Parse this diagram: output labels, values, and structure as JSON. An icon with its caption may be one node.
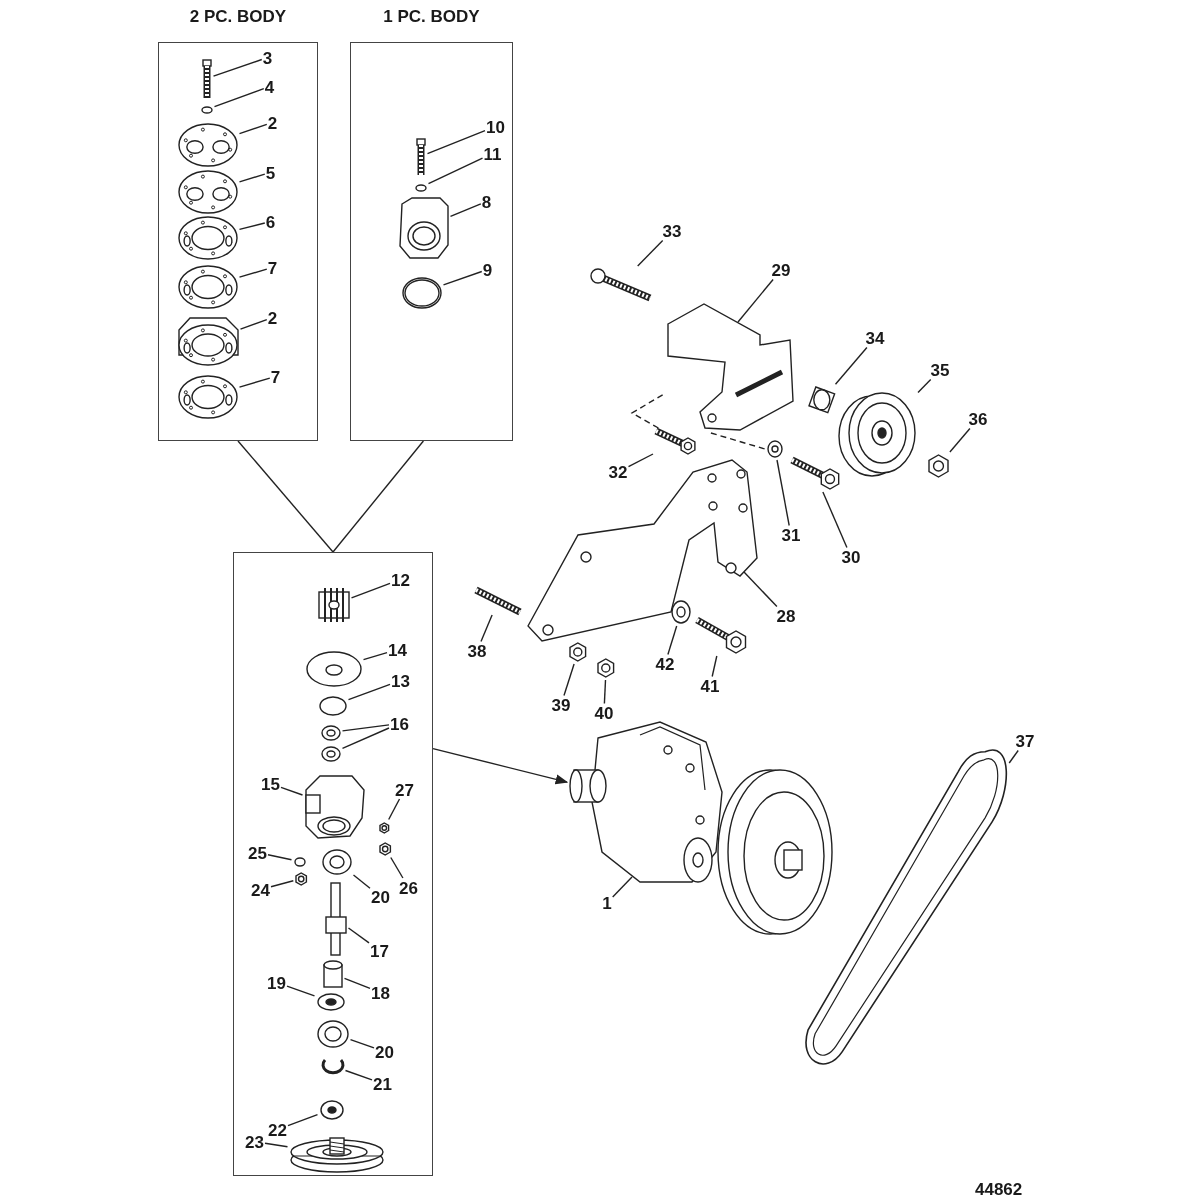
{
  "diagram": {
    "nodes": [
      {
        "text": [
          "2 PC. BODY"
        ]
      },
      {
        "text": [
          "1 PC. BODY"
        ]
      },
      {
        "text": [],
        "shape": "box"
      },
      {
        "text": [],
        "shape": "picture"
      },
      {
        "text": [
          "3"
        ],
        "in": 0
      },
      {
        "text": [
          "4"
        ],
        "in": 0
      },
      {
        "text": [
          "2"
        ],
        "in": 0
      },
      {
        "text": [
          "5"
        ],
        "in": 0
      },
      {
        "text": [
          "6"
        ],
        "in": 0
      },
      {
        "text": [
          "7"
        ],
        "in": 0
      },
      {
        "text": [
          "2"
        ],
        "in": 0
      },
      {
        "text": [
          "7"
        ],
        "in": 0
      },
      {
        "text": [
          "10"
        ],
        "in": 1
      },
      {
        "text": [
          "11"
        ],
        "in": 1
      },
      {
        "text": [
          "8"
        ],
        "in": 1
      },
      {
        "text": [
          "9"
        ],
        "in": 1
      },
      {
        "text": [
          "12"
        ],
        "in": 2
      },
      {
        "text": [
          "14"
        ],
        "in": 2
      },
      {
        "text": [
          "13"
        ],
        "in": 2
      },
      {
        "text": [
          "16"
        ],
        "in": 2
      },
      {
        "text": [
          "15"
        ],
        "in": 2
      },
      {
        "text": [
          "27"
        ],
        "in": 2
      },
      {
        "text": [
          "25"
        ],
        "in": 2
      },
      {
        "text": [
          "26"
        ],
        "in": 2
      },
      {
        "text": [
          "20"
        ],
        "in": 2
      },
      {
        "text": [
          "24"
        ],
        "in": 2
      },
      {
        "text": [
          "17"
        ],
        "in": 2
      },
      {
        "text": [
          "18"
        ],
        "in": 2
      },
      {
        "text": [
          "19"
        ],
        "in": 2
      },
      {
        "text": [
          "20"
        ],
        "in": 2
      },
      {
        "text": [
          "21"
        ],
        "in": 2
      },
      {
        "text": [
          "22"
        ],
        "in": 2
      },
      {
        "text": [
          "23"
        ],
        "in": 2
      },
      {
        "text": [
          "1"
        ]
      },
      {
        "text": [
          "33"
        ]
      },
      {
        "text": [
          "29"
        ]
      },
      {
        "text": [
          "34"
        ]
      },
      {
        "text": [
          "35"
        ]
      },
      {
        "text": [
          "36"
        ]
      },
      {
        "text": [
          "32"
        ]
      },
      {
        "text": [
          "31"
        ]
      },
      {
        "text": [
          "30"
        ]
      },
      {
        "text": [
          "28"
        ]
      },
      {
        "text": [
          "38"
        ]
      },
      {
        "text": [
          "42"
        ]
      },
      {
        "text": [
          "41"
        ]
      },
      {
        "text": [
          "39"
        ]
      },
      {
        "text": [
          "40"
        ]
      },
      {
        "text": [
          "37"
        ]
      },
      {
        "text": [],
        "shape": "picture",
        "in": 0
      },
      {
        "text": [],
        "shape": "circle",
        "in": 0
      },
      {
        "text": [],
        "shape": "picture",
        "in": 0
      },
      {
        "text": [],
        "shape": "picture",
        "in": 0
      },
      {
        "text": [],
        "shape": "picture",
        "in": 0
      },
      {
        "text": [],
        "shape": "picture",
        "in": 0
      },
      {
        "text": [],
        "shape": "picture",
        "in": 0
      },
      {
        "text": [],
        "shape": "picture",
        "in": 0
      },
      {
        "text": [],
        "shape": "picture",
        "in": 1
      },
      {
        "text": [],
        "shape": "circle",
        "in": 1
      },
      {
        "text": [],
        "shape": "picture",
        "in": 1
      },
      {
        "text": [],
        "shape": "picture",
        "in": 1
      },
      {
        "text": [],
        "shape": "picture",
        "in": 2
      },
      {
        "text": [],
        "shape": "picture",
        "in": 2
      },
      {
        "text": [],
        "shape": "circle",
        "in": 2
      },
      {
        "text": [],
        "shape": "picture",
        "in": 2
      },
      {
        "text": [],
        "shape": "picture",
        "in": 2
      },
      {
        "text": [],
        "shape": "picture",
        "in": 2
      },
      {
        "text": [],
        "shape": "picture",
        "in": 2
      },
      {
        "text": [],
        "shape": "circle",
        "in": 2
      },
      {
        "text": [],
        "shape": "picture",
        "in": 2
      },
      {
        "text": [],
        "shape": "picture",
        "in": 2
      },
      {
        "text": [],
        "shape": "picture",
        "in": 2
      },
      {
        "text": [],
        "shape": "picture",
        "in": 2
      },
      {
        "text": [],
        "shape": "cylinder",
        "in": 2
      },
      {
        "text": [],
        "shape": "picture",
        "in": 2
      },
      {
        "text": [],
        "shape": "picture",
        "in": 2
      },
      {
        "text": [],
        "shape": "picture",
        "in": 2
      },
      {
        "text": [],
        "shape": "picture",
        "in": 2
      },
      {
        "text": [],
        "shape": "picture",
        "in": 2
      },
      {
        "text": [],
        "shape": "picture"
      },
      {
        "text": [],
        "shape": "picture"
      },
      {
        "text": [],
        "shape": "picture"
      },
      {
        "text": [],
        "shape": "picture"
      },
      {
        "text": [],
        "shape": "picture"
      },
      {
        "text": [],
        "shape": "picture"
      },
      {
        "text": [],
        "shape": "picture"
      },
      {
        "text": [],
        "shape": "picture"
      },
      {
        "text": [],
        "shape": "picture"
      },
      {
        "text": [],
        "shape": "picture"
      },
      {
        "text": [],
        "shape": "picture"
      },
      {
        "text": [],
        "shape": "picture"
      },
      {
        "text": [],
        "shape": "picture"
      },
      {
        "text": [],
        "shape": "picture"
      },
      {
        "text": [],
        "shape": "picture"
      },
      {
        "text": [],
        "shape": "picture"
      }
    ],
    "edges": [
      {
        "from": 0,
        "to": 2,
        "arrow": "none"
      },
      {
        "from": 1,
        "to": 2,
        "arrow": "none"
      },
      {
        "from": 2,
        "to": 3,
        "arrow": "to"
      },
      {
        "from": 4,
        "to": 49,
        "arrow": "none"
      },
      {
        "from": 5,
        "to": 50,
        "arrow": "none"
      },
      {
        "from": 6,
        "to": 51,
        "arrow": "none"
      },
      {
        "from": 7,
        "to": 52,
        "arrow": "none"
      },
      {
        "from": 8,
        "to": 53,
        "arrow": "none"
      },
      {
        "from": 9,
        "to": 54,
        "arrow": "none"
      },
      {
        "from": 10,
        "to": 55,
        "arrow": "none"
      },
      {
        "from": 11,
        "to": 56,
        "arrow": "none"
      },
      {
        "from": 12,
        "to": 57,
        "arrow": "none"
      },
      {
        "from": 13,
        "to": 58,
        "arrow": "none"
      },
      {
        "from": 14,
        "to": 59,
        "arrow": "none"
      },
      {
        "from": 15,
        "to": 60,
        "arrow": "none"
      },
      {
        "from": 16,
        "to": 61,
        "arrow": "none"
      },
      {
        "from": 17,
        "to": 62,
        "arrow": "none"
      },
      {
        "from": 18,
        "to": 63,
        "arrow": "none"
      },
      {
        "from": 19,
        "to": 64,
        "arrow": "none"
      },
      {
        "from": 19,
        "to": 65,
        "arrow": "none"
      },
      {
        "from": 20,
        "to": 66,
        "arrow": "none"
      },
      {
        "from": 21,
        "to": 67,
        "arrow": "none"
      },
      {
        "from": 22,
        "to": 68,
        "arrow": "none"
      },
      {
        "from": 23,
        "to": 69,
        "arrow": "none"
      },
      {
        "from": 24,
        "to": 70,
        "arrow": "none"
      },
      {
        "from": 25,
        "to": 71,
        "arrow": "none"
      },
      {
        "from": 26,
        "to": 72,
        "arrow": "none"
      },
      {
        "from": 27,
        "to": 73,
        "arrow": "none"
      },
      {
        "from": 28,
        "to": 74,
        "arrow": "none"
      },
      {
        "from": 29,
        "to": 75,
        "arrow": "none"
      },
      {
        "from": 30,
        "to": 76,
        "arrow": "none"
      },
      {
        "from": 31,
        "to": 77,
        "arrow": "none"
      },
      {
        "from": 32,
        "to": 78,
        "arrow": "none"
      },
      {
        "from": 33,
        "to": 3,
        "arrow": "none"
      },
      {
        "from": 34,
        "to": 79,
        "arrow": "none"
      },
      {
        "from": 35,
        "to": 80,
        "arrow": "none"
      },
      {
        "from": 36,
        "to": 81,
        "arrow": "none"
      },
      {
        "from": 37,
        "to": 82,
        "arrow": "none"
      },
      {
        "from": 38,
        "to": 83,
        "arrow": "none"
      },
      {
        "from": 39,
        "to": 84,
        "arrow": "none"
      },
      {
        "from": 40,
        "to": 85,
        "arrow": "none"
      },
      {
        "from": 41,
        "to": 86,
        "arrow": "none"
      },
      {
        "from": 42,
        "to": 87,
        "arrow": "none"
      },
      {
        "from": 43,
        "to": 88,
        "arrow": "none"
      },
      {
        "from": 44,
        "to": 89,
        "arrow": "none"
      },
      {
        "from": 45,
        "to": 90,
        "arrow": "none"
      },
      {
        "from": 46,
        "to": 91,
        "arrow": "none"
      },
      {
        "from": 47,
        "to": 92,
        "arrow": "none"
      },
      {
        "from": 48,
        "to": 93,
        "arrow": "none"
      },
      {
        "from": 84,
        "to": 80,
        "arrow": "none",
        "style": "dashed"
      },
      {
        "from": 80,
        "to": 85,
        "arrow": "none",
        "style": "dashed"
      }
    ],
    "labels": [
      "44862"
    ]
  }
}
